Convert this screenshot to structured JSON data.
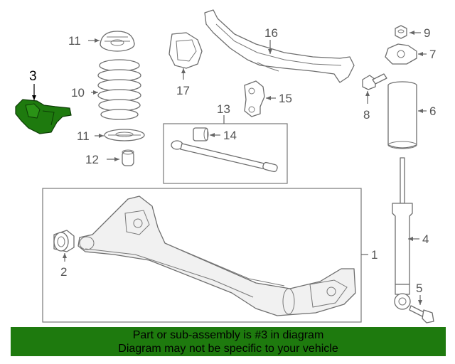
{
  "diagram": {
    "highlight_color": "#1e7a0e",
    "callouts": {
      "c1": "1",
      "c2": "2",
      "c3": "3",
      "c4": "4",
      "c5": "5",
      "c6": "6",
      "c7": "7",
      "c8": "8",
      "c9": "9",
      "c11a": "11",
      "c11b": "11",
      "c10": "10",
      "c12": "12",
      "c13": "13",
      "c14": "14",
      "c15": "15",
      "c16": "16",
      "c17": "17"
    }
  },
  "banner": {
    "line1": "Part or sub-assembly is #3 in diagram",
    "line2": "Diagram may not be specific to your vehicle",
    "color": "#1e7a0e"
  }
}
